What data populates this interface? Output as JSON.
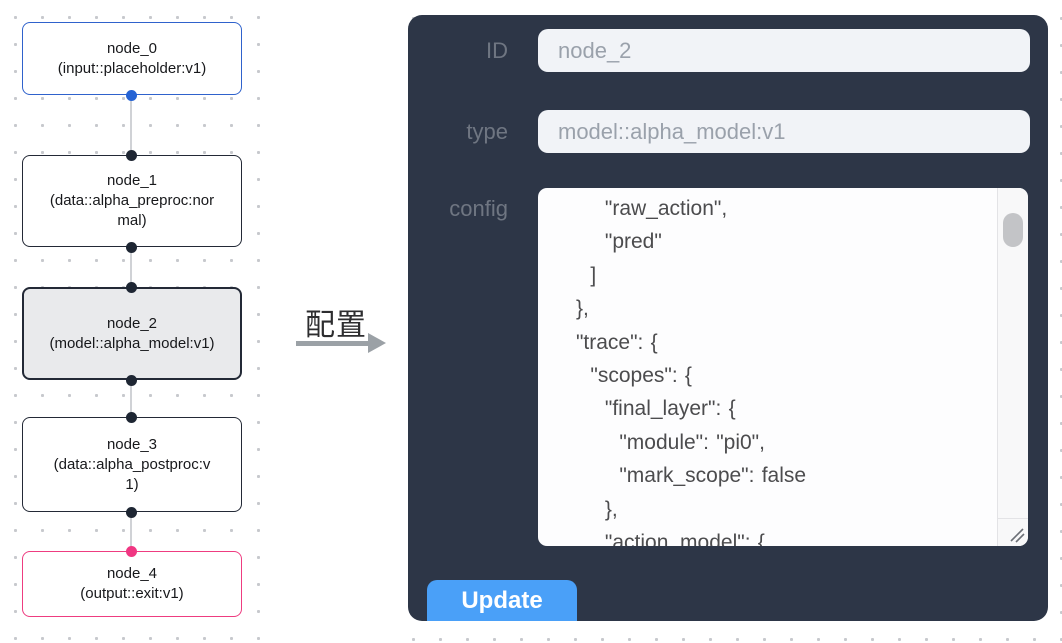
{
  "canvas": {
    "nodes": [
      {
        "id": "node_0",
        "title": "node_0",
        "subtitle": "(input::placeholder:v1)",
        "kind": "input"
      },
      {
        "id": "node_1",
        "title": "node_1",
        "subtitle": "(data::alpha_preproc:normal)",
        "kind": "default"
      },
      {
        "id": "node_2",
        "title": "node_2",
        "subtitle": "(model::alpha_model:v1)",
        "kind": "selected"
      },
      {
        "id": "node_3",
        "title": "node_3",
        "subtitle": "(data::alpha_postproc:v1)",
        "kind": "default"
      },
      {
        "id": "node_4",
        "title": "node_4",
        "subtitle": "(output::exit:v1)",
        "kind": "output"
      }
    ]
  },
  "annotation": {
    "label": "配置"
  },
  "panel": {
    "fields": [
      {
        "label": "ID",
        "value": "node_2"
      },
      {
        "label": "type",
        "value": "model::alpha_model:v1"
      }
    ],
    "config_label": "config",
    "config_lines": [
      "        \"raw_action\",",
      "        \"pred\"",
      "      ]",
      "    },",
      "    \"trace\": {",
      "      \"scopes\": {",
      "        \"final_layer\": {",
      "          \"module\": \"pi0\",",
      "          \"mark_scope\": false",
      "        },",
      "        \"action_model\": {"
    ],
    "update_label": "Update"
  },
  "colors": {
    "panel_bg": "#2d3647",
    "button_blue": "#4aa0f8",
    "input_node_border": "#2f62cc",
    "output_node_border": "#ee3c80",
    "selected_node_bg": "#e9eaec",
    "node_border": "#232936",
    "input_field_bg": "#f1f3f7",
    "dot_grid": "#c7c9cd"
  }
}
